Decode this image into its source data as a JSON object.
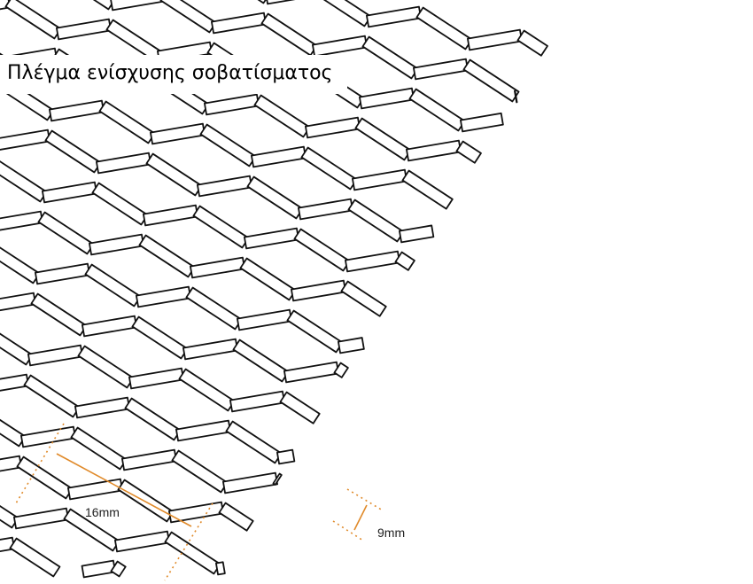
{
  "title": "Πλέγμα ενίσχυσης σοβατίσματος",
  "dimensions": {
    "length": "16mm",
    "width": "9mm"
  },
  "colors": {
    "mesh": "#111111",
    "dimension_line": "#e08a2a",
    "background": "#ffffff"
  }
}
